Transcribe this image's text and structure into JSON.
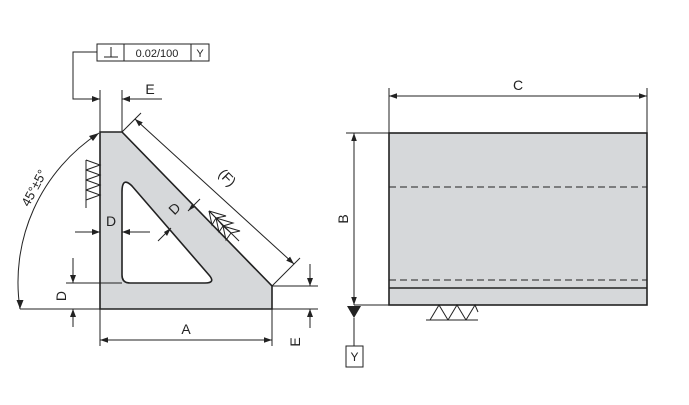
{
  "drawing": {
    "colors": {
      "part_fill": "#d6d8da",
      "line": "#222222",
      "background": "#ffffff"
    },
    "left_view": {
      "tolerance_frame": {
        "symbol": "perpendicularity-symbol",
        "value": "0.02/100",
        "datum": "Y"
      },
      "labels": {
        "e_top": "E",
        "angle": "45°±5°",
        "f": "(F)",
        "d_inner_horizontal": "D",
        "d_inner_diagonal": "D",
        "d_bottom": "D",
        "a": "A",
        "e_right": "E"
      }
    },
    "right_view": {
      "labels": {
        "c": "C",
        "b": "B"
      },
      "datum": "Y"
    },
    "icons": [
      "surface-finish-triangles-icon",
      "datum-triangle-icon",
      "perpendicularity-symbol"
    ]
  }
}
